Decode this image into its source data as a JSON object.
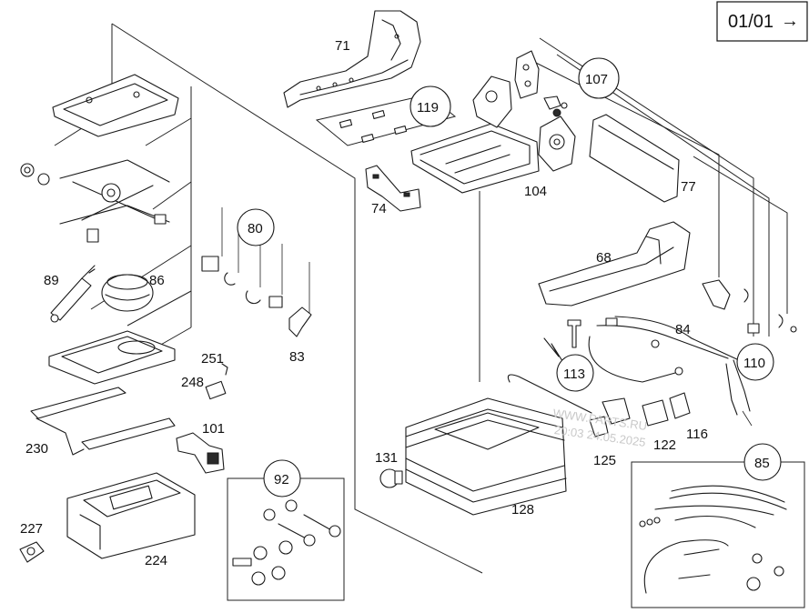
{
  "page_indicator": {
    "text": "01/01",
    "arrow_glyph": "→"
  },
  "callouts": {
    "c71": "71",
    "c77": "77",
    "c104": "104",
    "c74": "74",
    "c68": "68",
    "c84": "84",
    "c89": "89",
    "c86": "86",
    "c83": "83",
    "c251": "251",
    "c248": "248",
    "c101": "101",
    "c230": "230",
    "c131": "131",
    "c128": "128",
    "c125": "125",
    "c122": "122",
    "c116": "116",
    "c227": "227",
    "c224": "224"
  },
  "circled_callouts": {
    "g119": "119",
    "g107": "107",
    "g80": "80",
    "g113": "113",
    "g110": "110",
    "g92": "92",
    "g85": "85"
  },
  "watermark": {
    "line1": "WWW.PARTS.RU",
    "line2": "20:03 24.05.2025"
  }
}
